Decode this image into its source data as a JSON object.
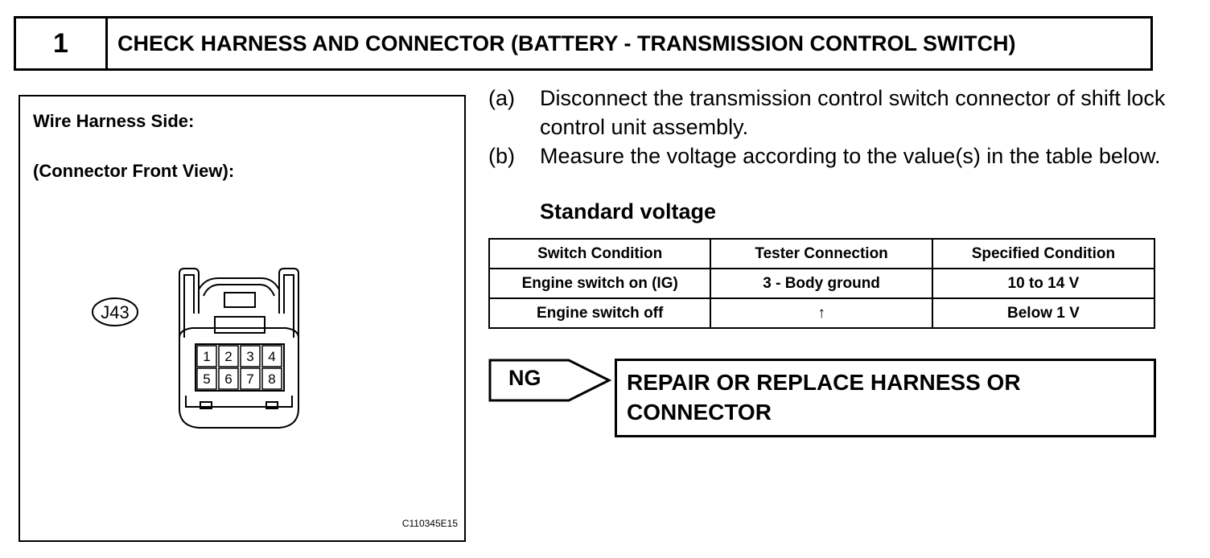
{
  "header": {
    "step_number": "1",
    "title": "CHECK HARNESS AND CONNECTOR (BATTERY - TRANSMISSION CONTROL SWITCH)"
  },
  "figure": {
    "label_1": "Wire Harness Side:",
    "label_2": "(Connector Front View):",
    "connector_id": "J43",
    "pins": [
      "1",
      "2",
      "3",
      "4",
      "5",
      "6",
      "7",
      "8"
    ],
    "code": "C110345E15"
  },
  "steps": [
    {
      "tag": "(a)",
      "text": "Disconnect the transmission control switch connector of shift lock control unit assembly."
    },
    {
      "tag": "(b)",
      "text": "Measure the voltage according to the value(s) in the table below."
    }
  ],
  "standard_label": "Standard voltage",
  "table": {
    "headers": [
      "Switch Condition",
      "Tester Connection",
      "Specified Condition"
    ],
    "rows": [
      [
        "Engine switch on (IG)",
        "3 - Body ground",
        "10 to 14 V"
      ],
      [
        "Engine switch off",
        "↑",
        "Below 1 V"
      ]
    ]
  },
  "result": {
    "ng_label": "NG",
    "action": "REPAIR OR REPLACE HARNESS OR CONNECTOR"
  }
}
